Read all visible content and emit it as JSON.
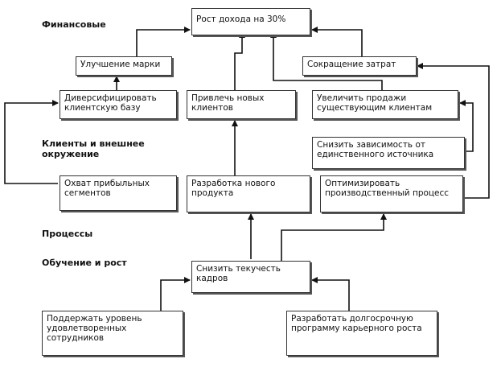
{
  "perspectives": {
    "financial": "Финансовые",
    "customers_line1": "Клиенты и внешнее",
    "customers_line2": "окружение",
    "processes": "Процессы",
    "learning": "Обучение и рост"
  },
  "boxes": {
    "income_growth": "Рост дохода на 30%",
    "brand_improvement": "Улучшение марки",
    "cost_reduction": "Сокращение затрат",
    "diversify_line1": "Диверсифицировать",
    "diversify_line2": "клиентскую базу",
    "attract_line1": "Привлечь новых",
    "attract_line2": "клиентов",
    "increase_sales_line1": "Увеличить продажи",
    "increase_sales_line2": "существующим клиентам",
    "reduce_dependence_line1": "Снизить зависимость от",
    "reduce_dependence_line2": "единственного источника",
    "cover_segments_line1": "Охват прибыльных",
    "cover_segments_line2": "сегментов",
    "develop_product_line1": "Разработка нового",
    "develop_product_line2": "продукта",
    "optimize_process_line1": "Оптимизировать",
    "optimize_process_line2": "производственный процесс",
    "reduce_turnover_line1": "Снизить текучесть",
    "reduce_turnover_line2": "кадров",
    "satisfied_line1": "Поддержать уровень",
    "satisfied_line2": "удовлетворенных",
    "satisfied_line3": "сотрудников",
    "career_line1": "Разработать долгосрочную",
    "career_line2": "программу карьерного роста"
  }
}
